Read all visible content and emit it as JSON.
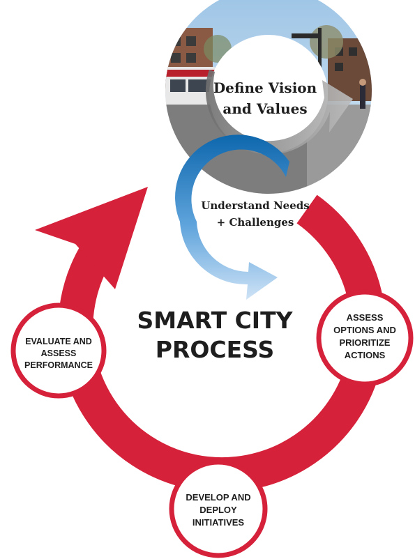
{
  "diagram": {
    "title_line1": "SMART CITY",
    "title_line2": "PROCESS",
    "top_step": {
      "line1": "Define Vision",
      "line2": "and Values"
    },
    "inner_step": {
      "line1": "Understand Needs",
      "line2": "+ Challenges"
    },
    "cycle_steps": [
      {
        "lines": [
          "ASSESS",
          "OPTIONS AND",
          "PRIORITIZE",
          "ACTIONS"
        ]
      },
      {
        "lines": [
          "DEVELOP AND",
          "DEPLOY",
          "INITIATIVES"
        ]
      },
      {
        "lines": [
          "EVALUATE AND",
          "ASSESS",
          "PERFORMANCE"
        ]
      }
    ]
  },
  "colors": {
    "cycle_red": "#d6213a",
    "blue_dark": "#0e67ad",
    "blue_light": "#cfe3f6",
    "gray_arrow": "#9c9c9c",
    "text_dark": "#1e1e1e"
  }
}
